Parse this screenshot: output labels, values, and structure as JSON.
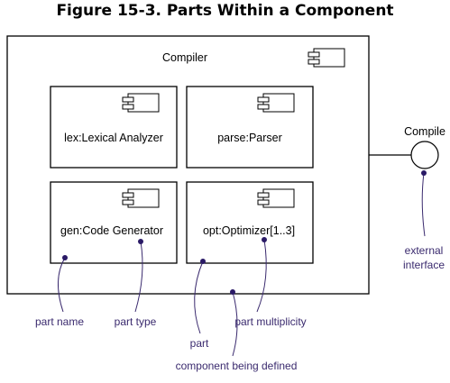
{
  "figure": {
    "title": "Figure 15-3. Parts Within a Component"
  },
  "component": {
    "name": "Compiler",
    "parts": [
      {
        "label": "lex:Lexical Analyzer"
      },
      {
        "label": "parse:Parser"
      },
      {
        "label": "gen:Code Generator"
      },
      {
        "label": "opt:Optimizer[1..3]"
      }
    ]
  },
  "interface": {
    "name": "Compile"
  },
  "annotations": {
    "external_interface_line1": "external",
    "external_interface_line2": "interface",
    "part_name": "part name",
    "part_type": "part type",
    "part_multiplicity": "part multiplicity",
    "part": "part",
    "component_being_defined": "component being defined"
  },
  "colors": {
    "annotation": "#3a2a6e",
    "annotation_dot": "#2a1a66",
    "stroke": "#000000"
  }
}
